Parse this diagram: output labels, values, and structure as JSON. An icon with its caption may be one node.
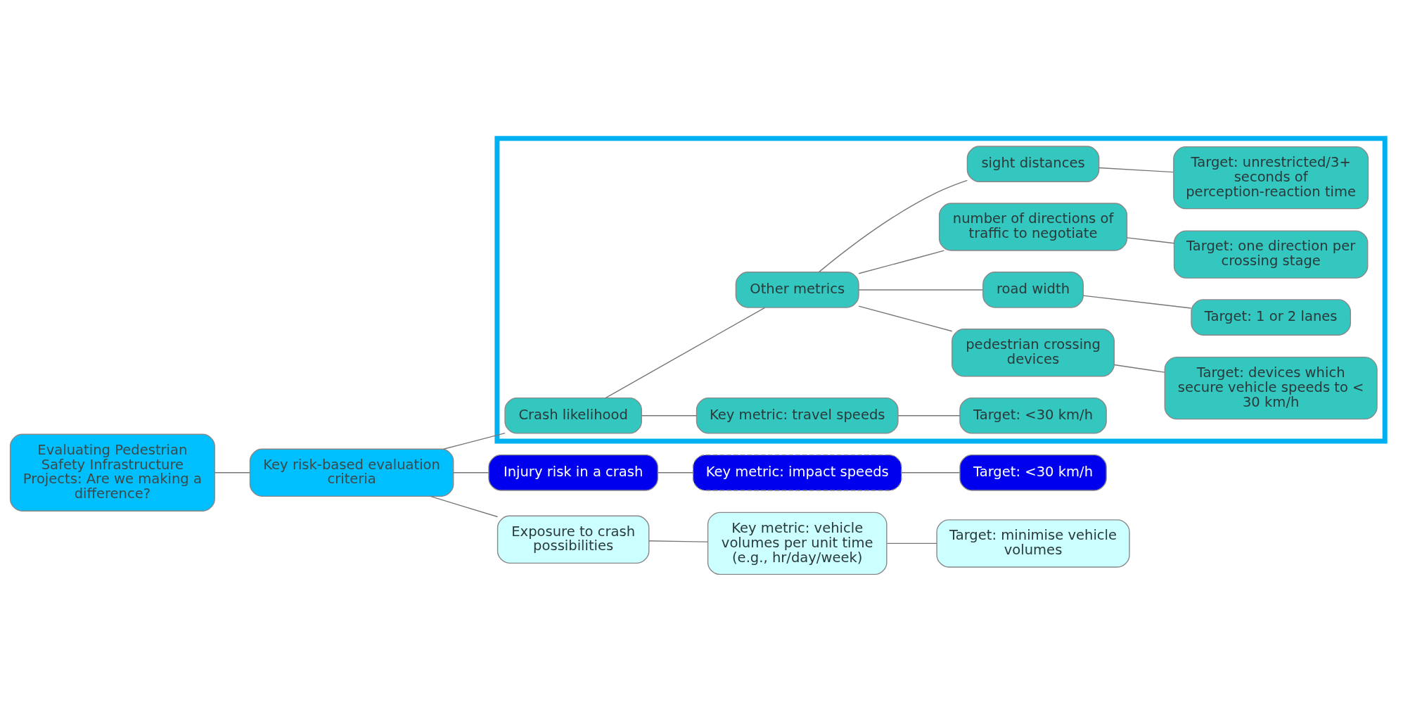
{
  "diagram": {
    "nodes": [
      {
        "text": [
          "Evaluating Pedestrian Safety Infrastructure Projects: Are we making a difference?"
        ]
      },
      {
        "text": [
          "Key risk-based evaluation criteria"
        ]
      },
      {
        "text": [
          "Injury risk in a crash"
        ]
      },
      {
        "text": [
          "Key metric: impact speeds"
        ]
      },
      {
        "text": [
          "Target: <30 km/h"
        ]
      },
      {
        "text": [],
        "shape": "box"
      },
      {
        "text": [
          "Crash likelihood"
        ],
        "in": 5
      },
      {
        "text": [
          "Key metric: travel speeds"
        ],
        "in": 5
      },
      {
        "text": [
          "Target: <30 km/h"
        ],
        "in": 5
      },
      {
        "text": [
          "Other metrics"
        ],
        "in": 5
      },
      {
        "text": [
          "pedestrian crossing devices"
        ],
        "in": 5
      },
      {
        "text": [
          "Target: devices which secure vehicle speeds to < 30 km/h"
        ],
        "in": 5
      },
      {
        "text": [
          "road width"
        ],
        "in": 5
      },
      {
        "text": [
          "Target: 1 or 2 lanes"
        ],
        "in": 5
      },
      {
        "text": [
          "number of directions of traffic to negotiate"
        ],
        "in": 5
      },
      {
        "text": [
          "Target: one direction per crossing stage"
        ],
        "in": 5
      },
      {
        "text": [
          "sight distances"
        ],
        "in": 5
      },
      {
        "text": [
          "Target: unrestricted/3+ seconds of perception-reaction time"
        ],
        "in": 5
      },
      {
        "text": [
          "Exposure to crash possibilities"
        ]
      },
      {
        "text": [
          "Key metric: vehicle volumes per unit time (e.g., hr/day/week)"
        ]
      },
      {
        "text": [
          "Target: minimise vehicle volumes"
        ]
      }
    ],
    "edges": [
      {
        "from": 0,
        "to": 1,
        "arrow": "none"
      },
      {
        "from": 1,
        "to": 2,
        "arrow": "none"
      },
      {
        "from": 2,
        "to": 3,
        "arrow": "none"
      },
      {
        "from": 3,
        "to": 4,
        "arrow": "none"
      },
      {
        "from": 1,
        "to": 6,
        "arrow": "none"
      },
      {
        "from": 6,
        "to": 7,
        "arrow": "none"
      },
      {
        "from": 7,
        "to": 8,
        "arrow": "none"
      },
      {
        "from": 6,
        "to": 9,
        "arrow": "none"
      },
      {
        "from": 9,
        "to": 10,
        "arrow": "none"
      },
      {
        "from": 10,
        "to": 11,
        "arrow": "none"
      },
      {
        "from": 9,
        "to": 12,
        "arrow": "none"
      },
      {
        "from": 12,
        "to": 13,
        "arrow": "none"
      },
      {
        "from": 9,
        "to": 14,
        "arrow": "none"
      },
      {
        "from": 14,
        "to": 15,
        "arrow": "none"
      },
      {
        "from": 9,
        "to": 16,
        "arrow": "none"
      },
      {
        "from": 16,
        "to": 17,
        "arrow": "none"
      },
      {
        "from": 1,
        "to": 18,
        "arrow": "none"
      },
      {
        "from": 18,
        "to": 19,
        "arrow": "none"
      },
      {
        "from": 19,
        "to": 20,
        "arrow": "none"
      }
    ]
  }
}
